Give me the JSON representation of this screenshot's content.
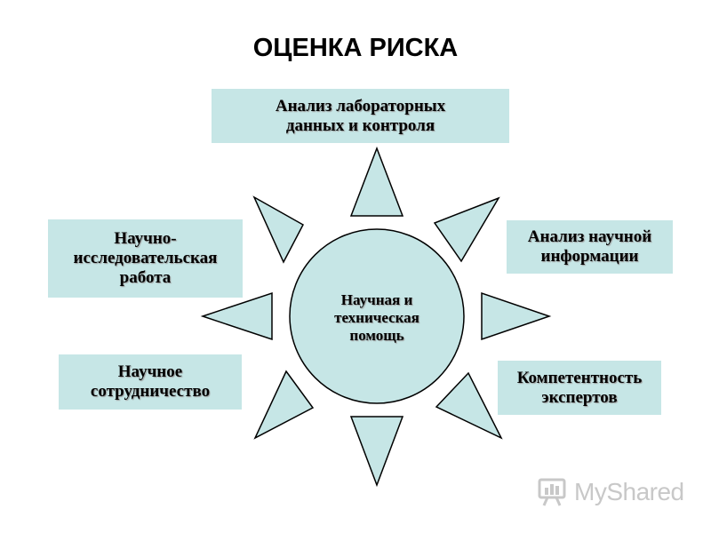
{
  "title": "ОЦЕНКА РИСКА",
  "center": "Научная и\nтехническая\nпомощь",
  "boxes": {
    "top": "Анализ лабораторных\nданных и контроля",
    "left_upper": "Научно-\nисследовательская\nработа",
    "left_lower": "Научное\nсотрудничество",
    "right_upper": "Анализ научной\nинформации",
    "right_lower": "Компетентность\nэкспертов"
  },
  "colors": {
    "box_fill": "#c6e6e6",
    "shape_fill": "#c6e6e6",
    "stroke": "#000000"
  },
  "watermark": {
    "text": "MyShared",
    "icon": "myshared-logo-icon"
  }
}
